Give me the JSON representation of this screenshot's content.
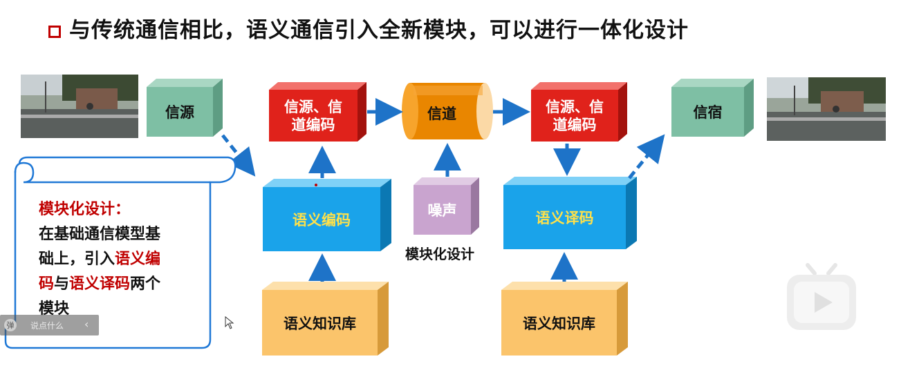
{
  "title": "与传统通信相比，语义通信引入全新模块，可以进行一体化设计",
  "nodes": {
    "source": "信源",
    "source_channel_encode": "信源、信\n道编码",
    "channel": "信道",
    "source_channel_decode": "信源、信\n道编码",
    "sink": "信宿",
    "semantic_encode": "语义编码",
    "noise": "噪声",
    "semantic_decode": "语义译码",
    "kb_left": "语义知识库",
    "kb_right": "语义知识库"
  },
  "noise_caption": "模块化设计",
  "scroll": {
    "heading": "模块化设计：",
    "line1": "在基础通信模型基",
    "line2_a": "础上，引入",
    "line2_b": "语义编",
    "line3_a": "码",
    "line3_b": "与",
    "line3_c": "语义译码",
    "line3_d": "两个",
    "line4": "模块"
  },
  "player_bar": {
    "text": "说点什么"
  },
  "colors": {
    "red": "#c00000",
    "box_red": "#e0221b",
    "box_blue": "#1aa3ea",
    "box_green": "#7ebfa4",
    "box_orange": "#fbc46b",
    "box_purple": "#c9a4cf",
    "channel": "#f08d00",
    "arrow": "#1e73c8",
    "semantic_text": "#ffe14a"
  },
  "icons": [
    "title-bullet-icon",
    "bilibili-tv-icon",
    "mouse-cursor-icon"
  ]
}
